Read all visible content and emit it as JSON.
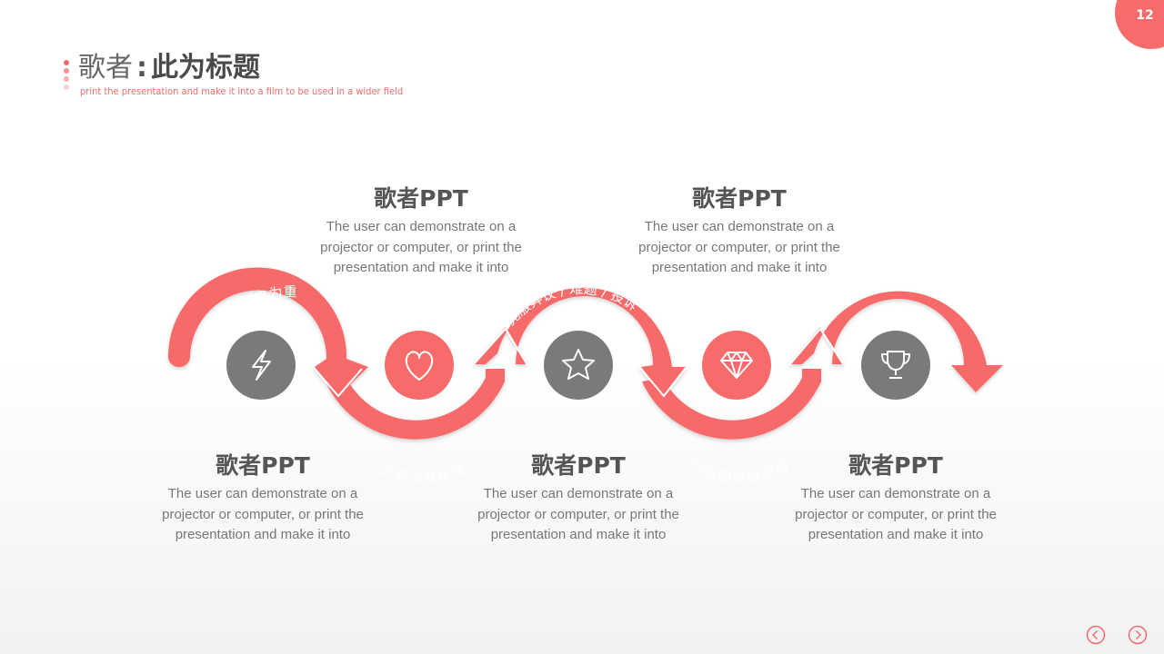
{
  "page_number": "12",
  "title": {
    "part1": "歌者",
    "separator": ":",
    "part2": "此为标题"
  },
  "subtitle": "print the presentation and make it into a film to be used in a wider field",
  "arrow_labels": [
    "以客户为重",
    "善用聆听技巧",
    "克服异议 / 难题 / 投诉",
    "保持和谐愉悦心",
    "令愤怒的客户平伏情绪"
  ],
  "blocks": [
    {
      "title": "歌者PPT",
      "text": "The user can demonstrate on a projector or computer, or print the presentation and make it into"
    },
    {
      "title": "歌者PPT",
      "text": "The user can demonstrate on a projector or computer, or print the presentation and make it into"
    },
    {
      "title": "歌者PPT",
      "text": "The user can demonstrate on a projector or computer, or print the presentation and make it into"
    },
    {
      "title": "歌者PPT",
      "text": "The user can demonstrate on a projector or computer, or print the presentation and make it into"
    },
    {
      "title": "歌者PPT",
      "text": "The user can demonstrate on a projector or computer, or print the presentation and make it into"
    }
  ],
  "icons": [
    "lightning-icon",
    "heart-icon",
    "star-icon",
    "diamond-icon",
    "trophy-icon"
  ],
  "colors": {
    "accent": "#f76b6b",
    "gray_circle": "#7a7a7a",
    "text_dark": "#555555",
    "text_light": "#777777"
  }
}
